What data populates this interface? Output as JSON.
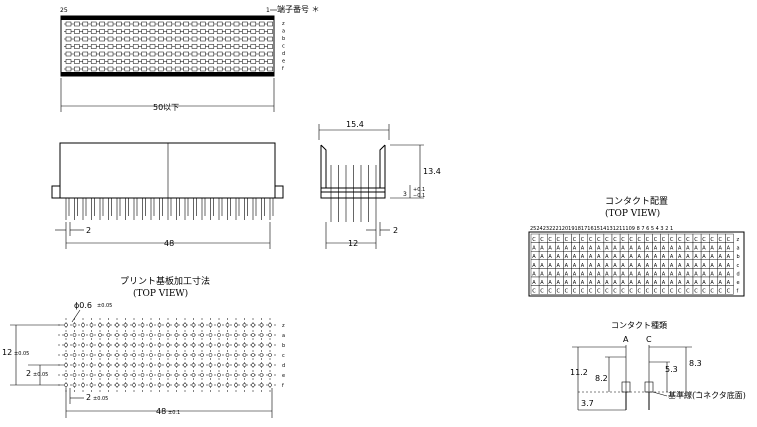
{
  "top_view": {
    "pin_first": "25",
    "pin_last": "1",
    "terminal_label": "端子番号 ＊",
    "row_letters": [
      "z",
      "a",
      "b",
      "c",
      "d",
      "e",
      "f"
    ],
    "width_dim": "50以下"
  },
  "front_view": {
    "pitch_dim": "2",
    "span_dim": "48"
  },
  "side_view": {
    "width_dim": "15.4",
    "height_dim": "13.4",
    "pin_dim_a": "3",
    "tol_plus": "+0.1",
    "tol_minus": "−0.1",
    "base_dim": "12",
    "pitch_dim": "2"
  },
  "contact_layout": {
    "title": "コンタクト配置",
    "subtitle": "(TOP VIEW)",
    "numbers": "252423222120191817161514131211109 8 7 6 5 4 3 2 1",
    "rows": [
      {
        "letter": "z",
        "cells": "CCCCCCCCCCCCCCCCCCCCCCCCC"
      },
      {
        "letter": "a",
        "cells": "AAAAAAAAAAAAAAAAAAAAAAAAA"
      },
      {
        "letter": "b",
        "cells": "AAAAAAAAAAAAAAAAAAAAAAAAA"
      },
      {
        "letter": "c",
        "cells": "AAAAAAAAAAAAAAAAAAAAAAAAA"
      },
      {
        "letter": "d",
        "cells": "AAAAAAAAAAAAAAAAAAAAAAAAA"
      },
      {
        "letter": "e",
        "cells": "AAAAAAAAAAAAAAAAAAAAAAAAA"
      },
      {
        "letter": "f",
        "cells": "CCCCCCCCCCCCCCCCCCCCCCCCC"
      }
    ]
  },
  "pcb_layout": {
    "title": "プリント基板加工寸法",
    "subtitle": "(TOP VIEW)",
    "hole_dim": "ϕ0.6",
    "hole_tol": "±0.05",
    "dim_12": "12",
    "dim_12_tol": "±0.05",
    "dim_2v": "2",
    "dim_2v_tol": "±0.05",
    "dim_2h": "2",
    "dim_2h_tol": "±0.05",
    "dim_48": "48",
    "dim_48_tol": "±0.1",
    "row_letters": [
      "z",
      "a",
      "b",
      "c",
      "d",
      "e",
      "f"
    ]
  },
  "contact_types": {
    "title": "コンタクト種類",
    "label_a": "A",
    "label_c": "C",
    "dim_11_2": "11.2",
    "dim_8_2": "8.2",
    "dim_8_3": "8.3",
    "dim_5_3": "5.3",
    "dim_3_7": "3.7",
    "ref_line": "基準線(コネクタ底面)"
  }
}
